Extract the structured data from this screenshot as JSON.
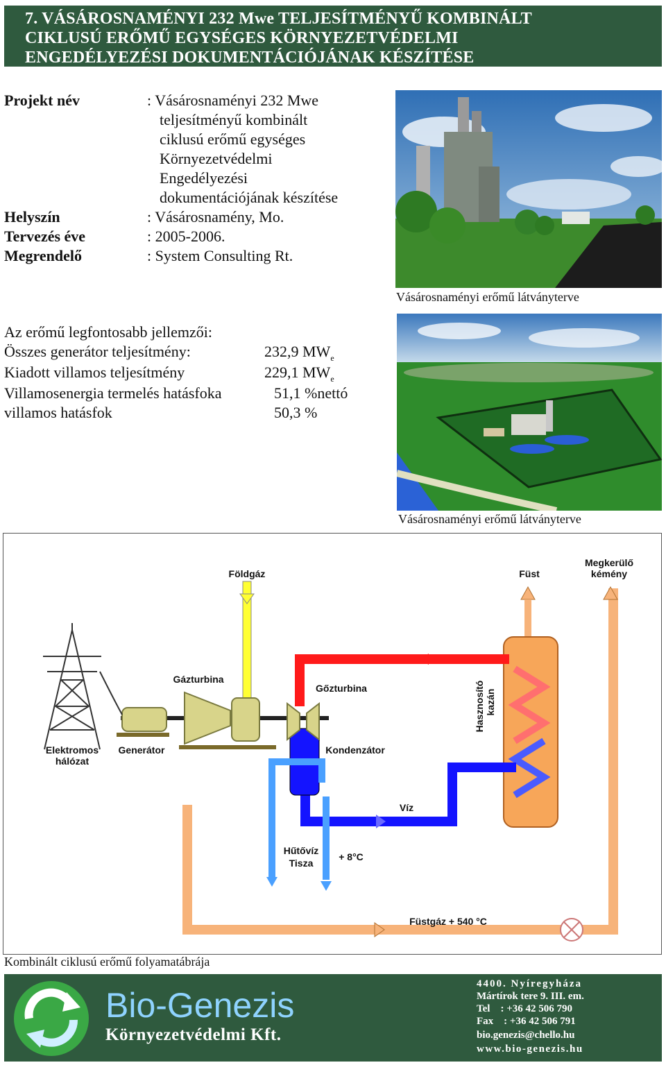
{
  "header": {
    "lines": [
      "7. VÁSÁROSNAMÉNYI 232 Mwe TELJESÍTMÉNYŰ KOMBINÁLT",
      "CIKLUSÚ ERŐMŰ EGYSÉGES KÖRNYEZETVÉDELMI",
      "ENGEDÉLYEZÉSI DOKUMENTÁCIÓJÁNAK KÉSZÍTÉSE"
    ]
  },
  "project": {
    "name_label": "Projekt név",
    "name_lines": [
      ": Vásárosnaményi 232 Mwe",
      "teljesítményű kombinált",
      "ciklusú erőmű egységes",
      "Környezetvédelmi",
      "Engedélyezési",
      "dokumentációjának készítése"
    ],
    "location_label": "Helyszín",
    "location_value": ": Vásárosnamény, Mo.",
    "year_label": "Tervezés éve",
    "year_value": ": 2005-2006.",
    "client_label": "Megrendelő",
    "client_value": ": System Consulting Rt."
  },
  "specs": {
    "heading": "Az erőmű legfontosabb jellemzői:",
    "rows": [
      {
        "label": "Összes generátor teljesítmény:",
        "value": "232,9 MW",
        "sub": "e"
      },
      {
        "label": "Kiadott villamos teljesítmény",
        "value": "229,1 MW",
        "sub": "e"
      },
      {
        "label": "Villamosenergia termelés hatásfoka",
        "value": "51,1 %nettó",
        "sub": ""
      },
      {
        "label": "villamos hatásfok",
        "value": "50,3 %",
        "sub": ""
      }
    ]
  },
  "captions": {
    "image1": "Vásárosnaményi erőmű látványterve",
    "image2": "Vásárosnaményi erőmű látványterve",
    "diagram": "Kombinált ciklusú erőmű folyamatábrája"
  },
  "diagram": {
    "foldgaz": "Földgáz",
    "fust": "Füst",
    "megkerulo_1": "Megkerülő",
    "megkerulo_2": "kémény",
    "gazturbina": "Gázturbina",
    "gozturbina": "Gőzturbina",
    "hasznosito_1": "Hasznosító",
    "hasznosito_2": "kazán",
    "elektromos_1": "Elektromos",
    "elektromos_2": "hálózat",
    "generator": "Generátor",
    "kondenzator": "Kondenzátor",
    "viz": "Víz",
    "hutoviz_1": "Hűtővíz",
    "hutoviz_2": "Tisza",
    "plus8": "+ 8°C",
    "fustgaz": "Füstgáz + 540 °C"
  },
  "footer": {
    "brand": "Bio-Genezis",
    "subtitle": "Környezetvédelmi Kft.",
    "contact": [
      "4400. Nyíregyháza",
      "Mártírok tere 9. III. em.",
      "Tel    : +36 42 506 790",
      "Fax    : +36 42 506 791",
      "bio.genezis@chello.hu",
      "www.bio-genezis.hu"
    ]
  },
  "colors": {
    "header_bg": "#2f5a3e",
    "steam_red": "#ff1a1a",
    "water_blue": "#1414ff",
    "cooling_blue": "#4aa0ff",
    "flue_orange": "#f7b37a",
    "gas_yellow": "#ffff33"
  }
}
